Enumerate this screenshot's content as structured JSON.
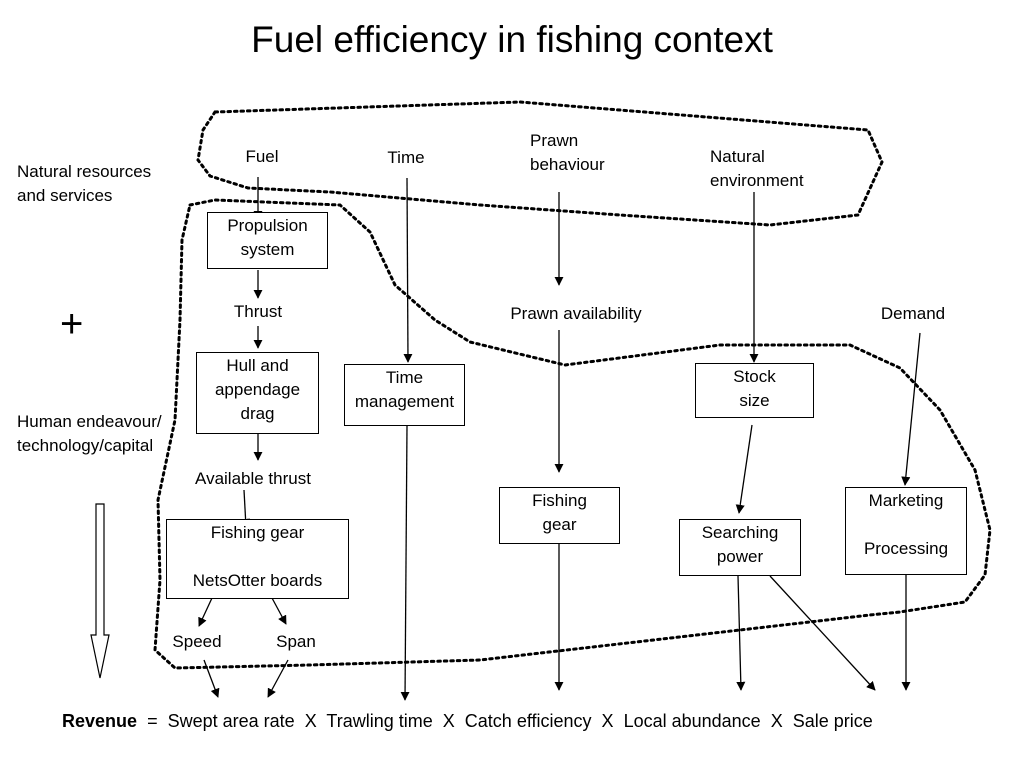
{
  "title": "Fuel efficiency in fishing context",
  "side_labels": {
    "natural_line1": "Natural resources",
    "natural_line2": "and services",
    "plus": "+",
    "human_line1": "Human endeavour/",
    "human_line2": "technology/capital"
  },
  "nodes": {
    "fuel": "Fuel",
    "time": "Time",
    "prawn_behaviour_1": "Prawn",
    "prawn_behaviour_2": "behaviour",
    "natural_env_1": "Natural",
    "natural_env_2": "environment",
    "propulsion_1": "Propulsion",
    "propulsion_2": "system",
    "thrust": "Thrust",
    "hull_1": "Hull and",
    "hull_2": "appendage",
    "hull_3": "drag",
    "available_thrust": "Available thrust",
    "fishing_gear_left_1": "Fishing gear",
    "fishing_gear_left_2": "NetsOtter boards",
    "speed": "Speed",
    "span": "Span",
    "time_mgmt_1": "Time",
    "time_mgmt_2": "management",
    "prawn_availability": "Prawn availability",
    "fishing_gear_mid_1": "Fishing",
    "fishing_gear_mid_2": "gear",
    "stock_1": "Stock",
    "stock_2": "size",
    "searching_1": "Searching",
    "searching_2": "power",
    "demand": "Demand",
    "marketing": "Marketing",
    "processing": "Processing"
  },
  "formula": {
    "revenue": "Revenue",
    "eq": "=",
    "swept": "Swept area rate",
    "x1": "X",
    "trawling": "Trawling time",
    "x2": "X",
    "catch": "Catch efficiency",
    "x3": "X",
    "abundance": "Local abundance",
    "x4": "X",
    "price": "Sale price"
  }
}
